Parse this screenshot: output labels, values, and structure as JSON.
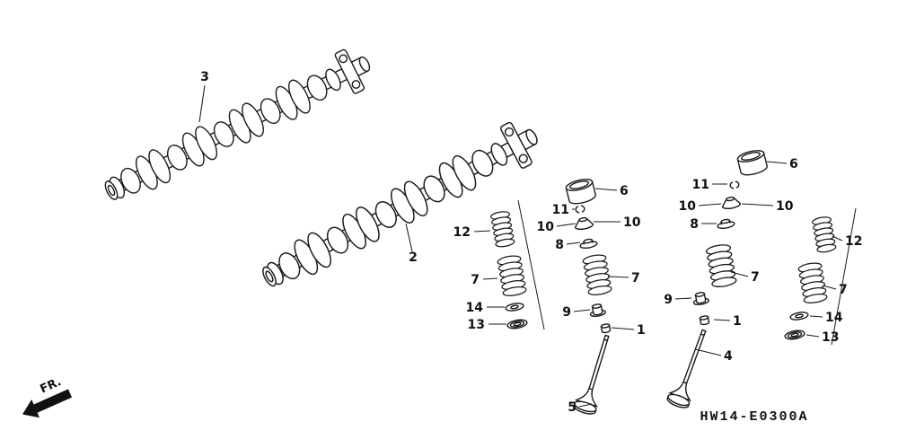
{
  "diagram": {
    "code": "HW14-E0300A",
    "fr_label": "FR."
  },
  "colors": {
    "ink": "#1a1a1a",
    "paper": "#ffffff"
  },
  "callouts": [
    {
      "label": "3"
    },
    {
      "label": "2"
    },
    {
      "label": "12"
    },
    {
      "label": "7"
    },
    {
      "label": "14"
    },
    {
      "label": "13"
    },
    {
      "label": "6"
    },
    {
      "label": "11"
    },
    {
      "label": "10"
    },
    {
      "label": "10"
    },
    {
      "label": "8"
    },
    {
      "label": "7"
    },
    {
      "label": "9"
    },
    {
      "label": "1"
    },
    {
      "label": "5"
    },
    {
      "label": "6"
    },
    {
      "label": "11"
    },
    {
      "label": "10"
    },
    {
      "label": "10"
    },
    {
      "label": "8"
    },
    {
      "label": "7"
    },
    {
      "label": "9"
    },
    {
      "label": "1"
    },
    {
      "label": "4"
    },
    {
      "label": "12"
    },
    {
      "label": "7"
    },
    {
      "label": "14"
    },
    {
      "label": "13"
    }
  ]
}
